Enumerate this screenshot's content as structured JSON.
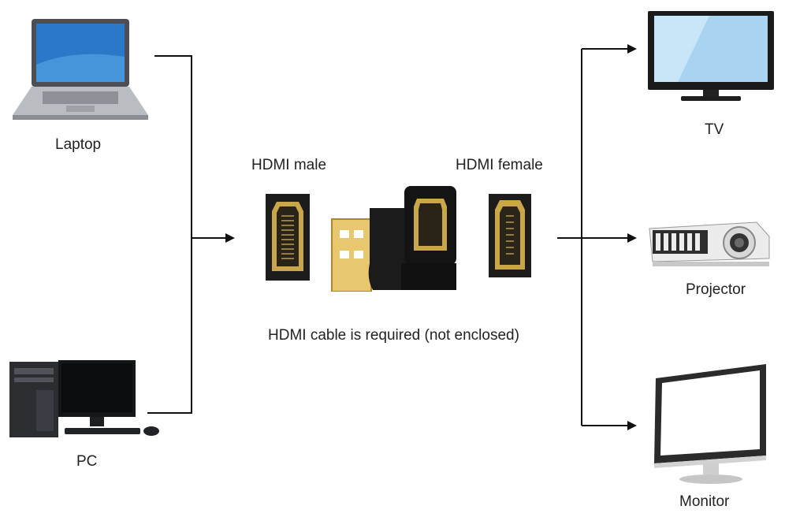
{
  "sources": {
    "laptop": {
      "label": "Laptop",
      "icon": "laptop-icon"
    },
    "pc": {
      "label": "PC",
      "icon": "desktop-pc-icon"
    }
  },
  "adapter": {
    "male_label": "HDMI male",
    "female_label": "HDMI female",
    "note": "HDMI cable is required (not enclosed)",
    "connector_color": "#c9a64a"
  },
  "targets": {
    "tv": {
      "label": "TV",
      "icon": "tv-icon"
    },
    "projector": {
      "label": "Projector",
      "icon": "projector-icon"
    },
    "monitor": {
      "label": "Monitor",
      "icon": "monitor-icon"
    }
  }
}
